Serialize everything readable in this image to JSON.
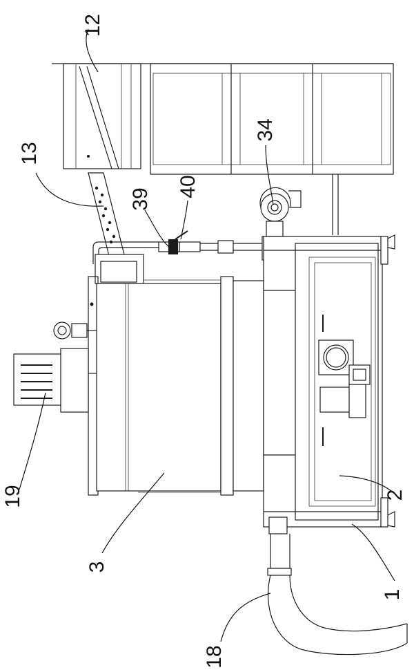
{
  "figure": {
    "labels": [
      {
        "key": "12",
        "text": "12"
      },
      {
        "key": "13",
        "text": "13"
      },
      {
        "key": "34",
        "text": "34"
      },
      {
        "key": "39",
        "text": "39"
      },
      {
        "key": "40",
        "text": "40"
      },
      {
        "key": "19",
        "text": "19"
      },
      {
        "key": "3",
        "text": "3"
      },
      {
        "key": "2",
        "text": "2"
      },
      {
        "key": "1",
        "text": "1"
      },
      {
        "key": "18",
        "text": "18"
      }
    ]
  }
}
